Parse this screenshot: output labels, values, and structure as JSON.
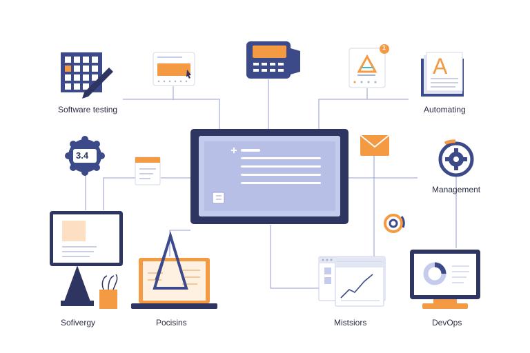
{
  "labels": {
    "software_testing": "Software testing",
    "automating": "Automating",
    "management": "Management",
    "softvergy": "Sofivergy",
    "pocisins": "Pocisins",
    "mistsiors": "Mistsiors",
    "devops": "DevOps"
  },
  "badges": {
    "version": "3.4",
    "notification_count": "1",
    "document_letter": "A"
  },
  "colors": {
    "navy": "#3d4a8a",
    "dark_navy": "#2e3560",
    "orange": "#f49a42",
    "light_blue": "#c5cbec",
    "connector": "#aab1d8"
  }
}
